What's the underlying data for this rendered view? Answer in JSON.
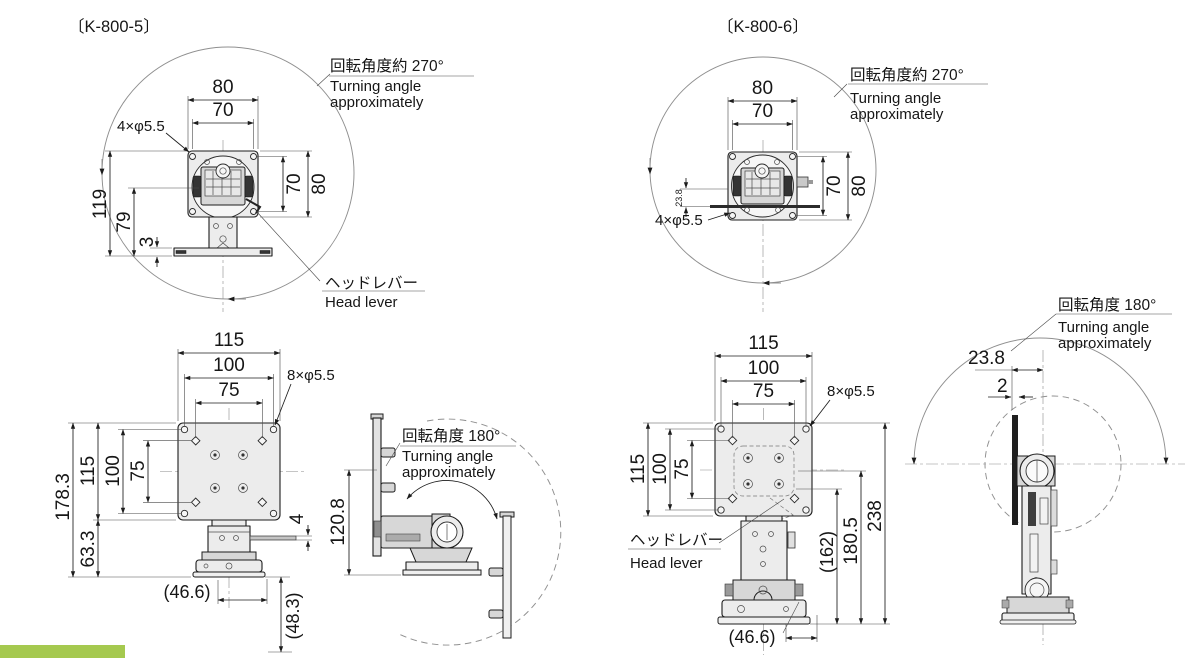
{
  "page": {
    "background": "#ffffff",
    "accent_bar_color": "#a5c94f"
  },
  "k800_5": {
    "title": "〔K-800-5〕",
    "top_view": {
      "dim_80": "80",
      "dim_70": "70",
      "holes_note": "4×φ5.5",
      "dim_119": "119",
      "dim_79": "79",
      "dim_3": "3",
      "dim_v70": "70",
      "dim_v80": "80",
      "turning_jp": "回転角度約 270°",
      "turning_en1": "Turning angle",
      "turning_en2": "approximately",
      "lever_jp": "ヘッドレバー",
      "lever_en": "Head lever"
    },
    "front_view": {
      "dim_115": "115",
      "dim_100": "100",
      "dim_75": "75",
      "holes_note": "8×φ5.5",
      "dim_178_3": "178.3",
      "dim_l115": "115",
      "dim_l100": "100",
      "dim_l75": "75",
      "dim_63_3": "63.3",
      "dim_4": "4",
      "dim_46_6": "(46.6)",
      "dim_48_3": "(48.3)"
    },
    "side_view": {
      "dim_120_8": "120.8",
      "turning_jp": "回転角度 180°",
      "turning_en1": "Turning angle",
      "turning_en2": "approximately"
    }
  },
  "k800_6": {
    "title": "〔K-800-6〕",
    "top_view": {
      "dim_80": "80",
      "dim_70": "70",
      "dim_23_8": "23.8",
      "holes_note": "4×φ5.5",
      "dim_v70": "70",
      "dim_v80": "80",
      "turning_jp": "回転角度約 270°",
      "turning_en1": "Turning angle",
      "turning_en2": "approximately"
    },
    "front_view": {
      "dim_115": "115",
      "dim_100": "100",
      "dim_75": "75",
      "holes_note": "8×φ5.5",
      "dim_l115": "115",
      "dim_l100": "100",
      "dim_l75": "75",
      "dim_162": "(162)",
      "dim_180_5": "180.5",
      "dim_238": "238",
      "dim_46_6": "(46.6)",
      "lever_jp": "ヘッドレバー",
      "lever_en": "Head lever"
    },
    "side_view": {
      "dim_23_8": "23.8",
      "dim_2": "2",
      "turning_jp": "回転角度 180°",
      "turning_en1": "Turning angle",
      "turning_en2": "approximately"
    }
  }
}
